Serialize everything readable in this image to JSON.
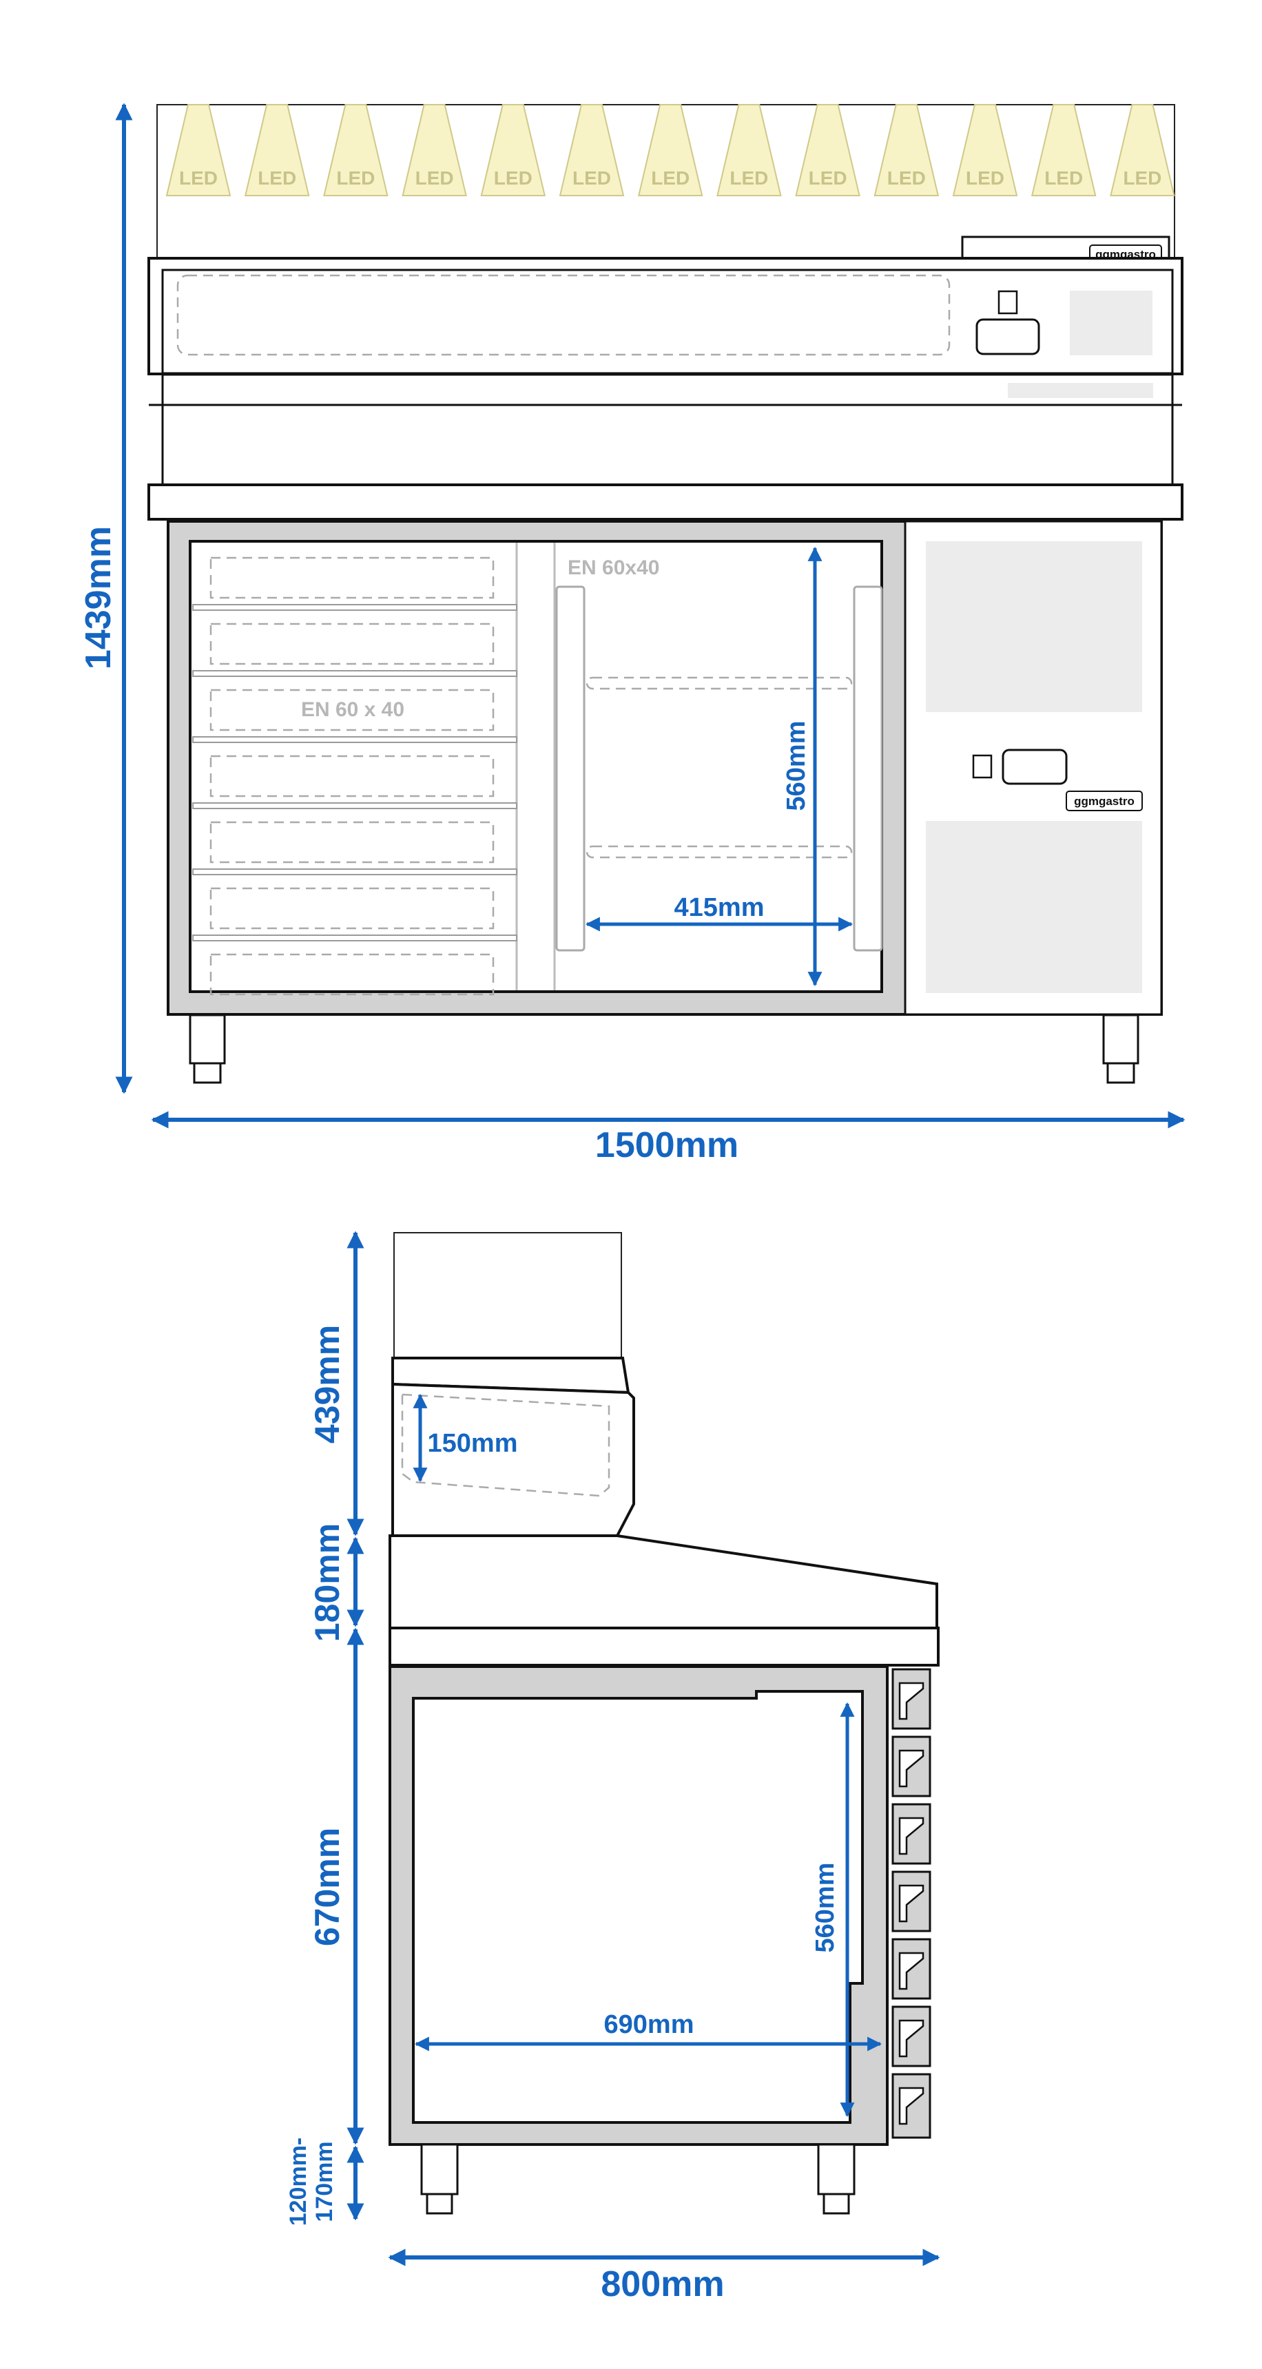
{
  "colors": {
    "dimension_blue": "#1565c0",
    "outline": "#111111",
    "body_gray": "#d2d2d2",
    "panel_gray": "#ececec",
    "led_fill": "#f8f3c6",
    "led_stroke": "#cfc98a",
    "label_gray": "#b7b7b7",
    "rail_gray": "#9a9a9a"
  },
  "icons": {
    "arrow": "dimension-arrow-icon",
    "led": "led-lamp-icon",
    "foot": "leg-foot-icon"
  },
  "front_view": {
    "led_label": "LED",
    "led_count": 13,
    "brand_top": "ggmgastro",
    "brand_door": "ggmgastro",
    "drawer_label": "EN 60 x 40",
    "door_label": "EN 60x40",
    "dims": {
      "total_height": "1439mm",
      "total_width": "1500mm",
      "inner_height": "560mm",
      "inner_width": "415mm"
    }
  },
  "side_view": {
    "dims": {
      "glass_height": "439mm",
      "tray_depth": "150mm",
      "top_height": "180mm",
      "body_height": "670mm",
      "leg_height_line1": "120mm-",
      "leg_height_line2": "170mm",
      "inner_height": "560mm",
      "inner_depth": "690mm",
      "total_depth": "800mm"
    }
  }
}
